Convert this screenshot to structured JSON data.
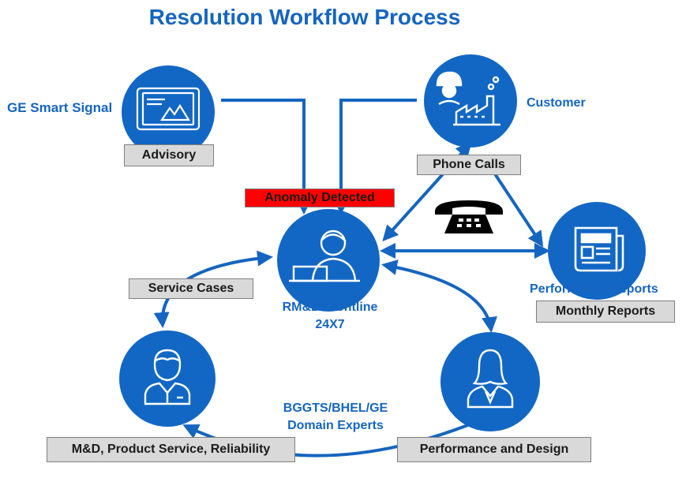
{
  "title": "Resolution Workflow Process",
  "colors": {
    "primary_blue": "#1565c0",
    "circle_blue": "#1267c4",
    "tag_fill": "#d9d9d9",
    "tag_border": "#7f7f7f",
    "alert_red": "#ff0000"
  },
  "nodes": {
    "smart_signal": {
      "label": "GE Smart Signal",
      "icon": "tablet-chart-icon"
    },
    "customer": {
      "label": "Customer",
      "icon": "factory-worker-icon"
    },
    "frontline": {
      "label_line1": "RM&D Frontline",
      "label_line2": "24X7",
      "icon": "laptop-user-icon"
    },
    "performance_reports": {
      "label": "Performance Reports",
      "icon": "newspaper-icon"
    },
    "md_expert": {
      "icon": "male-expert-icon"
    },
    "perf_expert": {
      "icon": "female-expert-icon"
    },
    "domain_experts": {
      "label_line1": "BGGTS/BHEL/GE",
      "label_line2": "Domain Experts"
    }
  },
  "tags": {
    "advisory": "Advisory",
    "phone_calls": "Phone Calls",
    "anomaly_detected": "Anomaly Detected",
    "service_cases": "Service Cases",
    "monthly_reports": "Monthly Reports",
    "md_reliability": "M&D, Product Service, Reliability",
    "performance_design": "Performance and Design"
  },
  "decorations": {
    "telephone": "telephone-icon"
  }
}
